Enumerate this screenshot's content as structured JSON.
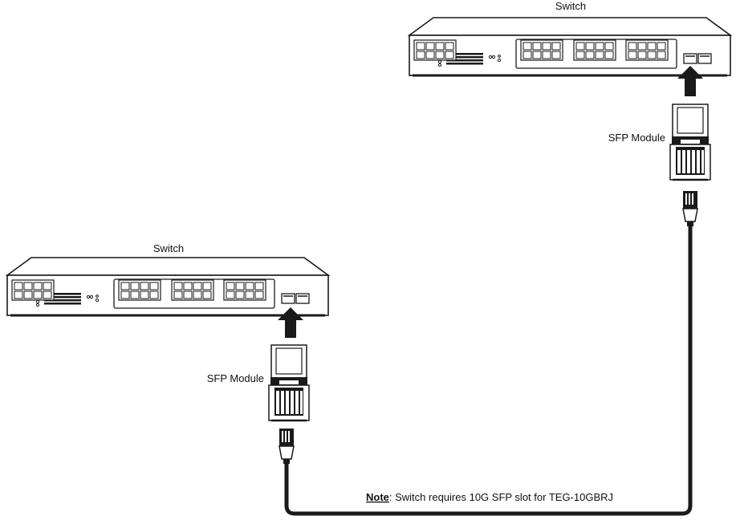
{
  "colors": {
    "line": "#1a1a1a",
    "fill": "#ffffff"
  },
  "switches": [
    {
      "id": "top",
      "label": "Switch"
    },
    {
      "id": "bottom",
      "label": "Switch"
    }
  ],
  "modules": [
    {
      "id": "top",
      "label": "SFP Module"
    },
    {
      "id": "bottom",
      "label": "SFP Module"
    }
  ],
  "note": {
    "prefix": "Note",
    "text": ": Switch requires 10G SFP slot for TEG-10GBRJ"
  }
}
